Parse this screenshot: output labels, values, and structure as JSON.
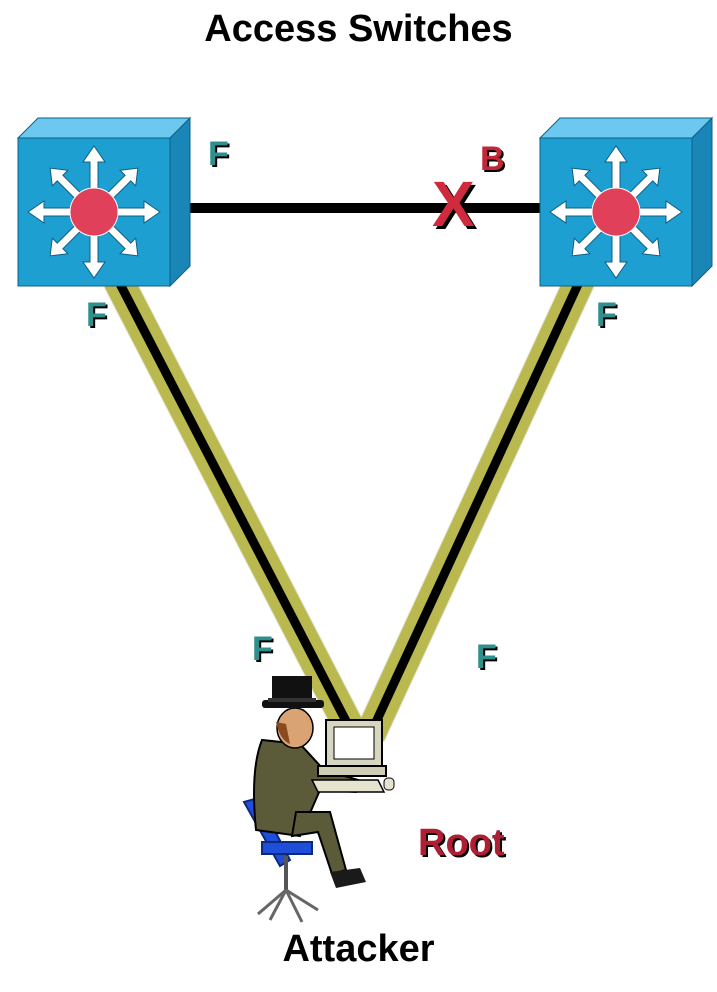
{
  "title": "Access Switches",
  "bottom_label": "Attacker",
  "root_label": "Root",
  "blocked_mark": "X",
  "ports": {
    "left_switch_right": "F",
    "right_switch_left": "B",
    "left_switch_bottom": "F",
    "right_switch_bottom": "F",
    "attacker_left": "F",
    "attacker_right": "F"
  },
  "colors": {
    "switch_face": "#1e9fd2",
    "switch_top": "#6cc8ee",
    "switch_side": "#1a86b8",
    "switch_center": "#e0405a",
    "link_highlight": "#c8c85a",
    "port_forwarding": "#2f8f8c",
    "port_blocked": "#c0283a"
  },
  "icons": [
    "switch-icon",
    "attacker-icon"
  ]
}
